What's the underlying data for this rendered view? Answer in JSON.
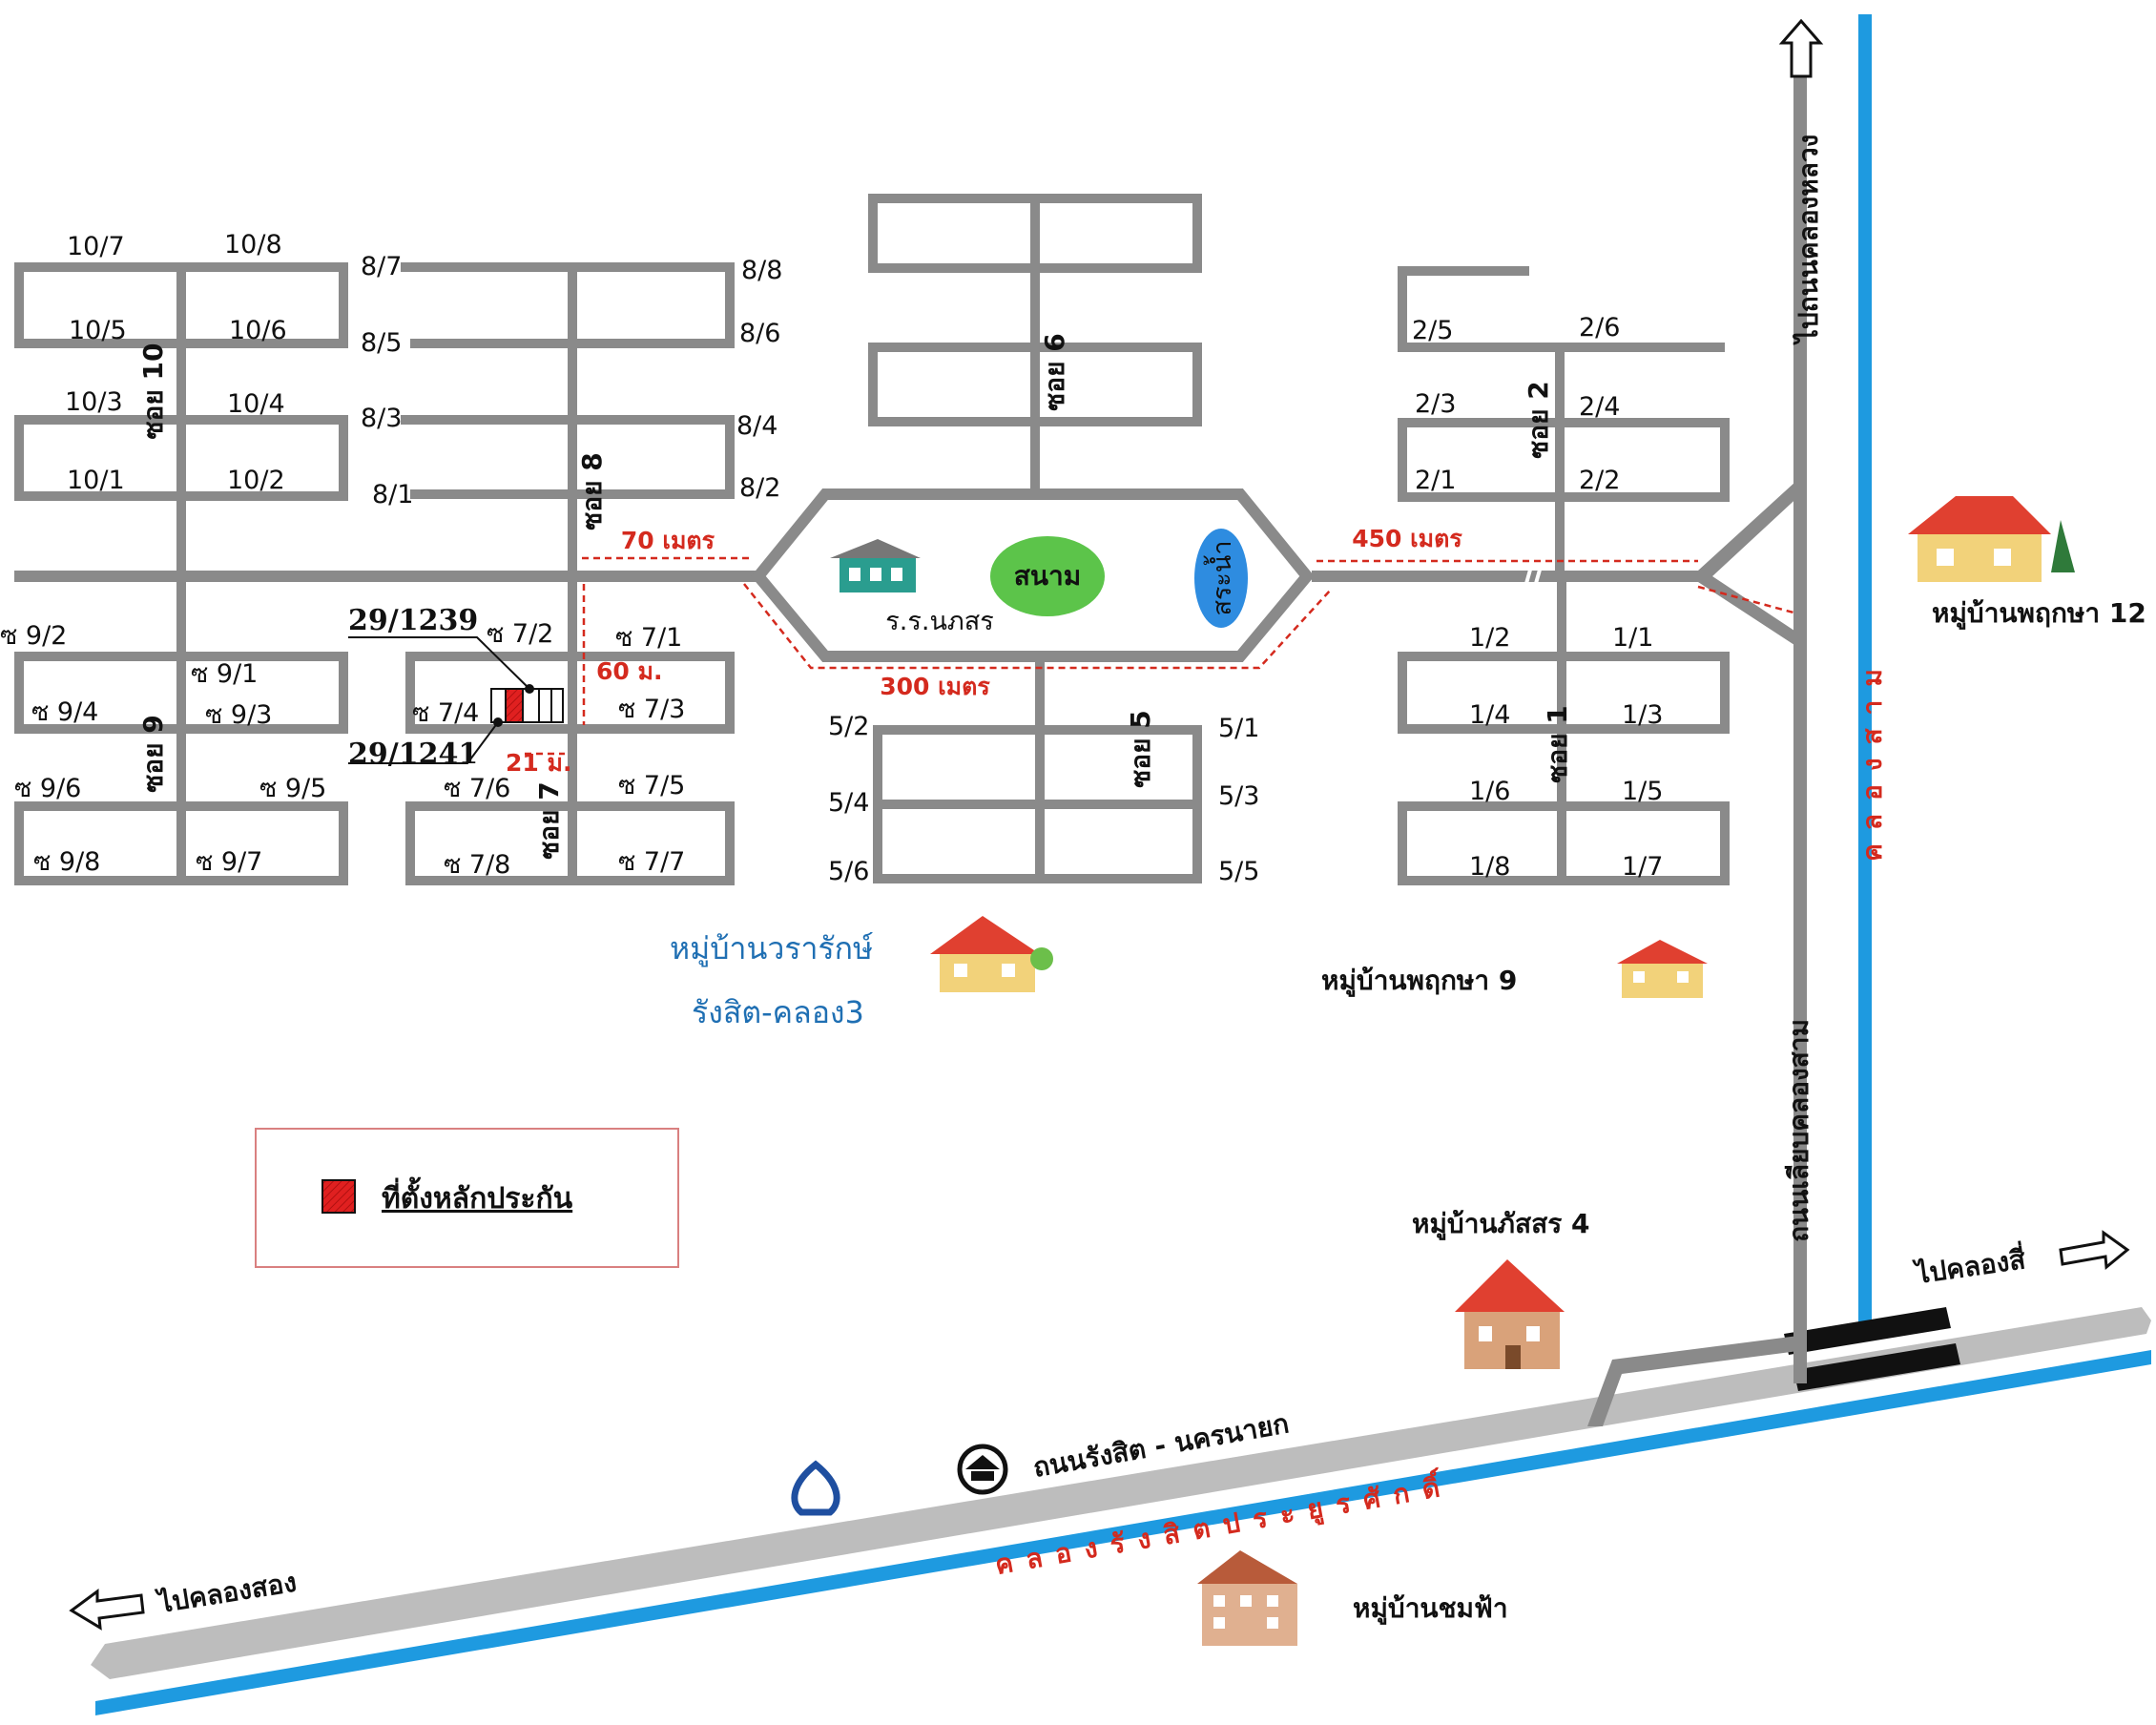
{
  "roads": {
    "soi_1": "ซอย 1",
    "soi_2": "ซอย 2",
    "soi_5": "ซอย 5",
    "soi_6": "ซอย 6",
    "soi_7": "ซอย 7",
    "soi_8": "ซอย 8",
    "soi_9": "ซอย 9",
    "soi_10": "ซอย 10",
    "main_road": "ถนนรังสิต - นครนายก",
    "canal_road": "ถนนเลียบคลองสาม",
    "north_road": "ไปถนนคลองหลวง"
  },
  "canals": {
    "main_canal": "คลองรังสิตประยูรศักดิ์",
    "canal_three": "คลองสาม"
  },
  "directions": {
    "to_klong_song": "ไปคลองสอง",
    "to_klong_si": "ไปคลองสี่"
  },
  "places": {
    "school": "ร.ร.นภสร",
    "field": "สนาม",
    "pond": "สระน้ำ",
    "village_wararak_1": "หมู่บ้านวรารักษ์",
    "village_wararak_2": "รังสิต-คลอง3",
    "village_pruksa_9": "หมู่บ้านพฤกษา 9",
    "village_pruksa_12": "หมู่บ้านพฤกษา 12",
    "village_passorn_4": "หมู่บ้านภัสสร 4",
    "village_chomfa": "หมู่บ้านชมฟ้า"
  },
  "distances": {
    "d70": "70 เมตร",
    "d450": "450 เมตร",
    "d300": "300 เมตร",
    "d60": "60 ม.",
    "d21": "21 ม."
  },
  "parcels": {
    "p1": "29/1239",
    "p2": "29/1241"
  },
  "legend": {
    "label": "ที่ตั้งหลักประกัน",
    "color": "#e02020"
  },
  "lots": {
    "s10_7": "10/7",
    "s10_8": "10/8",
    "s10_5": "10/5",
    "s10_6": "10/6",
    "s10_3": "10/3",
    "s10_4": "10/4",
    "s10_1": "10/1",
    "s10_2": "10/2",
    "s8_7": "8/7",
    "s8_8": "8/8",
    "s8_5": "8/5",
    "s8_6": "8/6",
    "s8_3": "8/3",
    "s8_4": "8/4",
    "s8_1": "8/1",
    "s8_2": "8/2",
    "s9_2": "ซ 9/2",
    "s9_1": "ซ 9/1",
    "s9_4": "ซ 9/4",
    "s9_3": "ซ 9/3",
    "s9_6": "ซ 9/6",
    "s9_5": "ซ 9/5",
    "s9_8": "ซ 9/8",
    "s9_7": "ซ 9/7",
    "s7_2": "ซ 7/2",
    "s7_1": "ซ 7/1",
    "s7_4": "ซ 7/4",
    "s7_3": "ซ 7/3",
    "s7_6": "ซ 7/6",
    "s7_5": "ซ 7/5",
    "s7_8": "ซ 7/8",
    "s7_7": "ซ 7/7",
    "s5_2": "5/2",
    "s5_1": "5/1",
    "s5_4": "5/4",
    "s5_3": "5/3",
    "s5_6": "5/6",
    "s5_5": "5/5",
    "s2_5": "2/5",
    "s2_6": "2/6",
    "s2_3": "2/3",
    "s2_4": "2/4",
    "s2_1": "2/1",
    "s2_2": "2/2",
    "s1_2": "1/2",
    "s1_1": "1/1",
    "s1_4": "1/4",
    "s1_3": "1/3",
    "s1_6": "1/6",
    "s1_5": "1/5",
    "s1_8": "1/8",
    "s1_7": "1/7"
  },
  "colors": {
    "road": "#8a8a8a",
    "canal": "#1e9ae0",
    "field": "#5cc44a",
    "pond": "#2e8ce0",
    "distance": "#d42a1e"
  },
  "icons": {
    "arrow": "arrow-icon",
    "house": "house-icon",
    "temple": "temple-icon",
    "school": "school-icon"
  }
}
